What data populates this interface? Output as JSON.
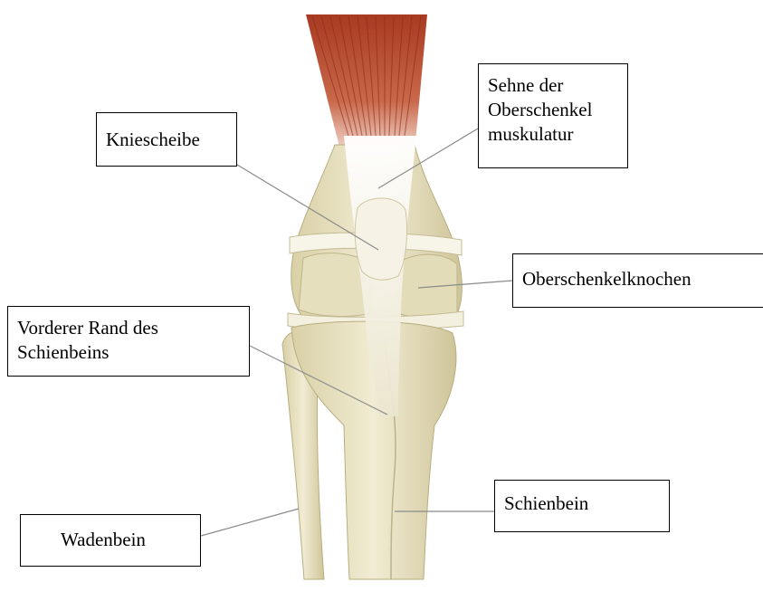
{
  "labels": {
    "kniescheibe": "Kniescheibe",
    "sehne": [
      "Sehne der",
      "Oberschenkel",
      "muskulatur"
    ],
    "oberschenkelknochen": "Oberschenkelknochen",
    "vorderer_rand": [
      "Vorderer Rand des",
      "Schienbeins"
    ],
    "schienbein": "Schienbein",
    "wadenbein": "Wadenbein"
  },
  "colors": {
    "muscle": "#b5462b",
    "bone": "#ece6c6",
    "bone_shadow": "#cfc59a",
    "ligament": "#f4f1e4",
    "leader_line": "#8a8a8a",
    "box_border": "#000000"
  }
}
